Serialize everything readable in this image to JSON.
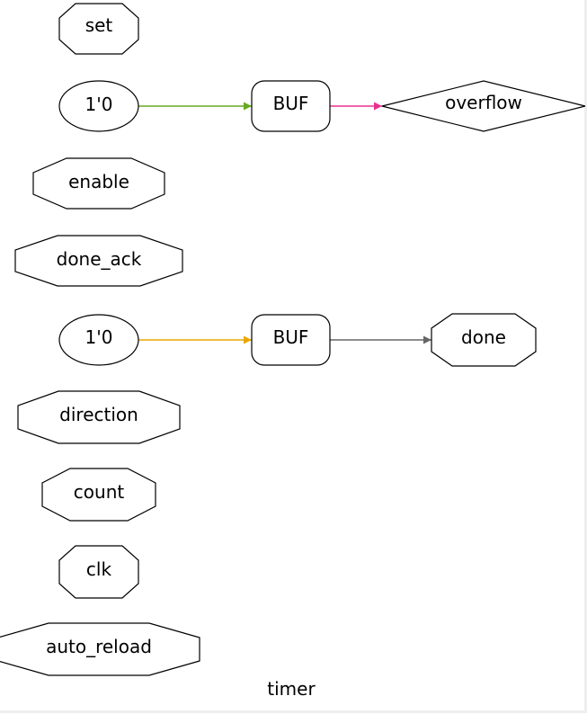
{
  "title": "timer",
  "nodes": [
    {
      "id": "set",
      "label": "set",
      "shape": "octagon"
    },
    {
      "id": "const_overflow",
      "label": "1'0",
      "shape": "ellipse"
    },
    {
      "id": "buf_overflow",
      "label": "BUF",
      "shape": "rounded-rect"
    },
    {
      "id": "overflow",
      "label": "overflow",
      "shape": "diamond"
    },
    {
      "id": "enable",
      "label": "enable",
      "shape": "octagon"
    },
    {
      "id": "done_ack",
      "label": "done_ack",
      "shape": "octagon"
    },
    {
      "id": "const_done",
      "label": "1'0",
      "shape": "ellipse"
    },
    {
      "id": "buf_done",
      "label": "BUF",
      "shape": "rounded-rect"
    },
    {
      "id": "done",
      "label": "done",
      "shape": "octagon"
    },
    {
      "id": "direction",
      "label": "direction",
      "shape": "octagon"
    },
    {
      "id": "count",
      "label": "count",
      "shape": "octagon"
    },
    {
      "id": "clk",
      "label": "clk",
      "shape": "octagon"
    },
    {
      "id": "auto_reload",
      "label": "auto_reload",
      "shape": "octagon"
    }
  ],
  "edges": [
    {
      "from": "const_overflow",
      "to": "buf_overflow",
      "color": "#66aa22"
    },
    {
      "from": "buf_overflow",
      "to": "overflow",
      "color": "#e8308f"
    },
    {
      "from": "const_done",
      "to": "buf_done",
      "color": "#e8a800"
    },
    {
      "from": "buf_done",
      "to": "done",
      "color": "#666666"
    }
  ]
}
